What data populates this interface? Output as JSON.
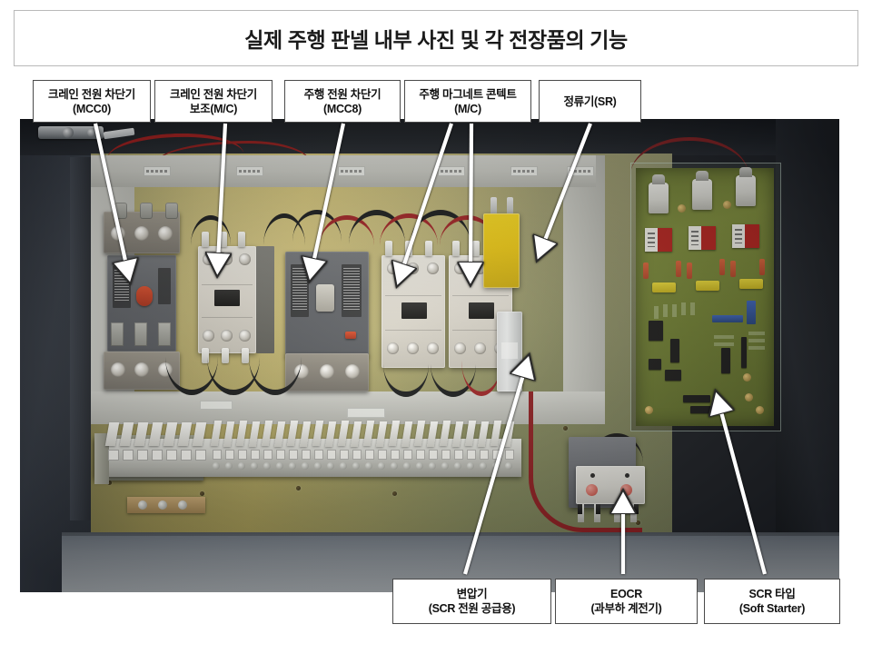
{
  "title": "실제 주행 판넬 내부 사진 및 각 전장품의 기능",
  "top_callouts": [
    {
      "line1": "크레인 전원 차단기",
      "line2": "(MCC0)"
    },
    {
      "line1": "크레인 전원 차단기",
      "line2": "보조(M/C)"
    },
    {
      "line1": "주행 전원 차단기",
      "line2": "(MCC8)"
    },
    {
      "line1": "주행 마그네트 콘텍트",
      "line2": "(M/C)"
    },
    {
      "line1": "정류기(SR)",
      "line2": ""
    }
  ],
  "bottom_callouts": [
    {
      "line1": "변압기",
      "line2": "(SCR 전원 공급용)"
    },
    {
      "line1": "EOCR",
      "line2": "(과부하 계전기)"
    },
    {
      "line1": "SCR 타입",
      "line2": "(Soft Starter)"
    }
  ],
  "colors": {
    "callout_border": "#4a4a4a",
    "callout_background": "#ffffff",
    "title_border": "#b9b9b9",
    "text": "#111111",
    "arrow": "#ffffff",
    "arrow_outline": "#2a2a2a",
    "rectifier_yellow": "#e8c411",
    "pcb_green": "#7d8c3c",
    "backplate_olive": "#c9b862",
    "cabinet_dark": "#23272e"
  },
  "photo": {
    "subject": "crane travel control panel interior photograph",
    "components": [
      "molded case circuit breaker",
      "auxiliary magnetic contactor",
      "travel circuit breaker",
      "travel magnetic contactors",
      "rectifier block",
      "control transformer",
      "overload relay",
      "SCR soft starter board",
      "terminal block strip"
    ]
  }
}
